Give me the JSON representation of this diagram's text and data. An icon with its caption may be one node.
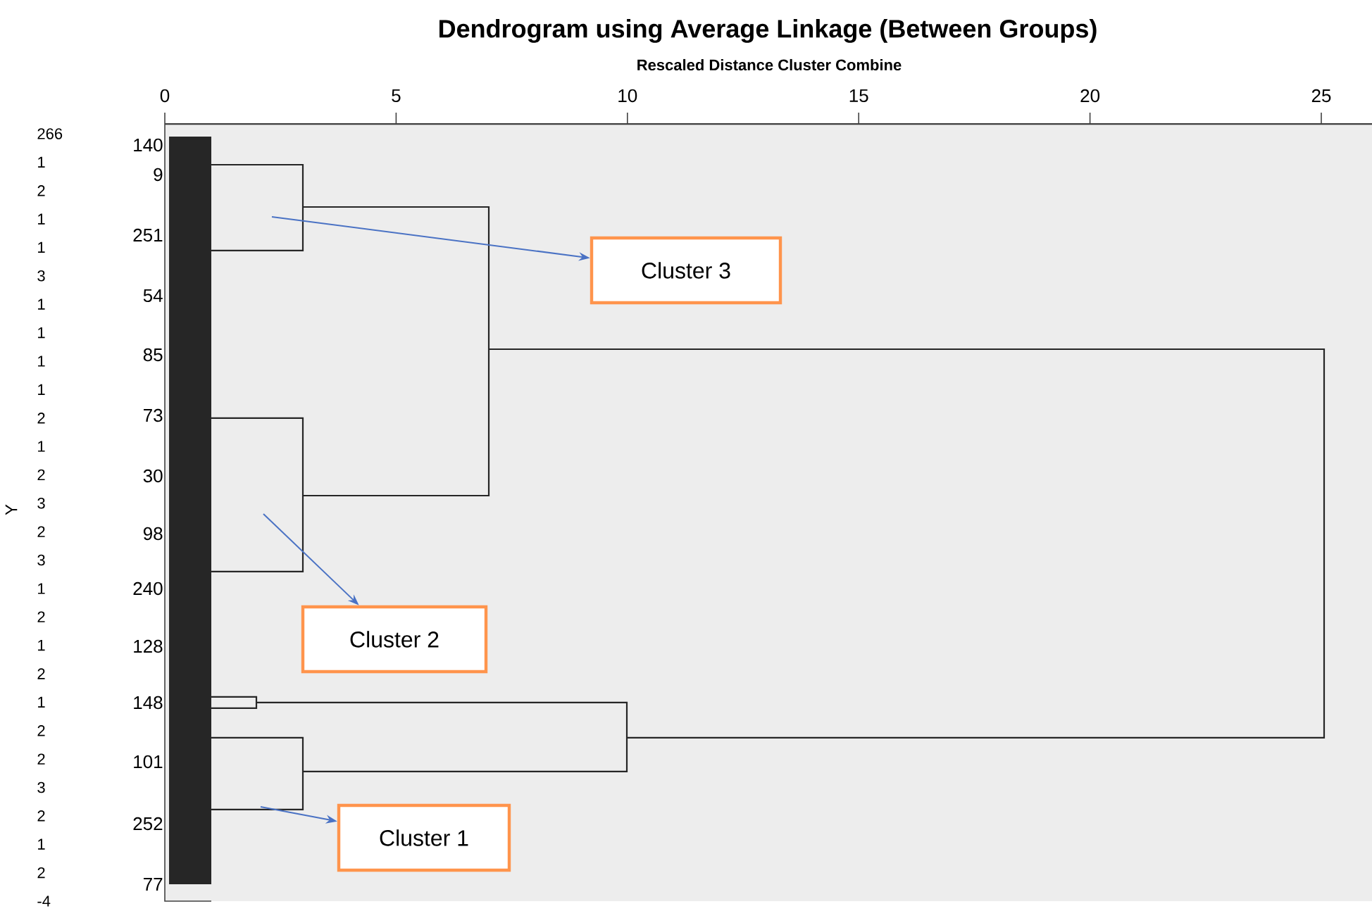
{
  "diagram": {
    "title": "Dendrogram using Average Linkage (Between Groups)",
    "nodes": [
      {
        "text": [
          "Cluster 3"
        ]
      },
      {
        "text": [
          "Cluster 2"
        ]
      },
      {
        "text": [
          "Cluster 1"
        ]
      }
    ],
    "edges": [
      {
        "from": null,
        "to": 0,
        "arrow": "to"
      },
      {
        "from": null,
        "to": 1,
        "arrow": "to"
      },
      {
        "from": null,
        "to": 2,
        "arrow": "to"
      }
    ],
    "labels": [
      "Rescaled Distance Cluster Combine",
      "0",
      "5",
      "10",
      "15",
      "20",
      "25",
      "266",
      "1",
      "2",
      "1",
      "1",
      "3",
      "1",
      "1",
      "1",
      "1",
      "2",
      "1",
      "2",
      "3",
      "2",
      "3",
      "1",
      "2",
      "1",
      "2",
      "1",
      "2",
      "2",
      "3",
      "2",
      "1",
      "2",
      "-4",
      "Y",
      "140",
      "9",
      "251",
      "54",
      "85",
      "73",
      "30",
      "98",
      "240",
      "128",
      "148",
      "101",
      "252",
      "77"
    ]
  }
}
